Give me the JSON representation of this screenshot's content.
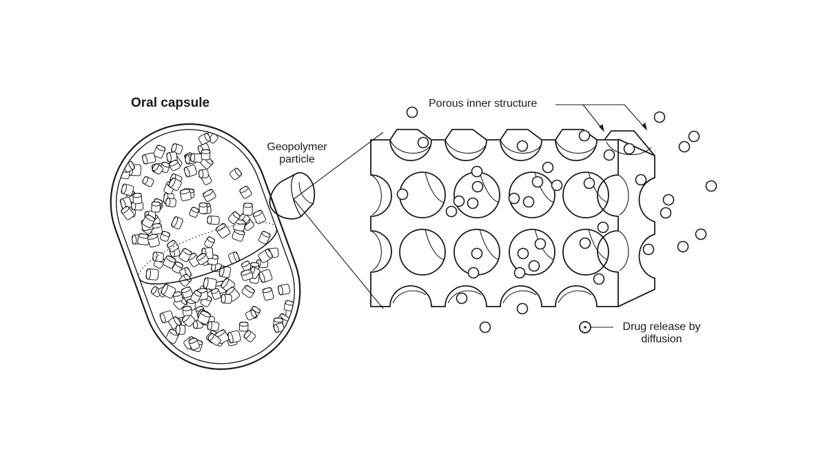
{
  "title": "Oral capsule",
  "labels": {
    "particle_line1": "Geopolymer",
    "particle_line2": "particle",
    "pores": "Porous inner structure",
    "release_line1": "Drug release by",
    "release_line2": "diffusion"
  },
  "colors": {
    "stroke": "#1a1a1a",
    "background": "#ffffff",
    "highlight": "#e0e0e0"
  }
}
